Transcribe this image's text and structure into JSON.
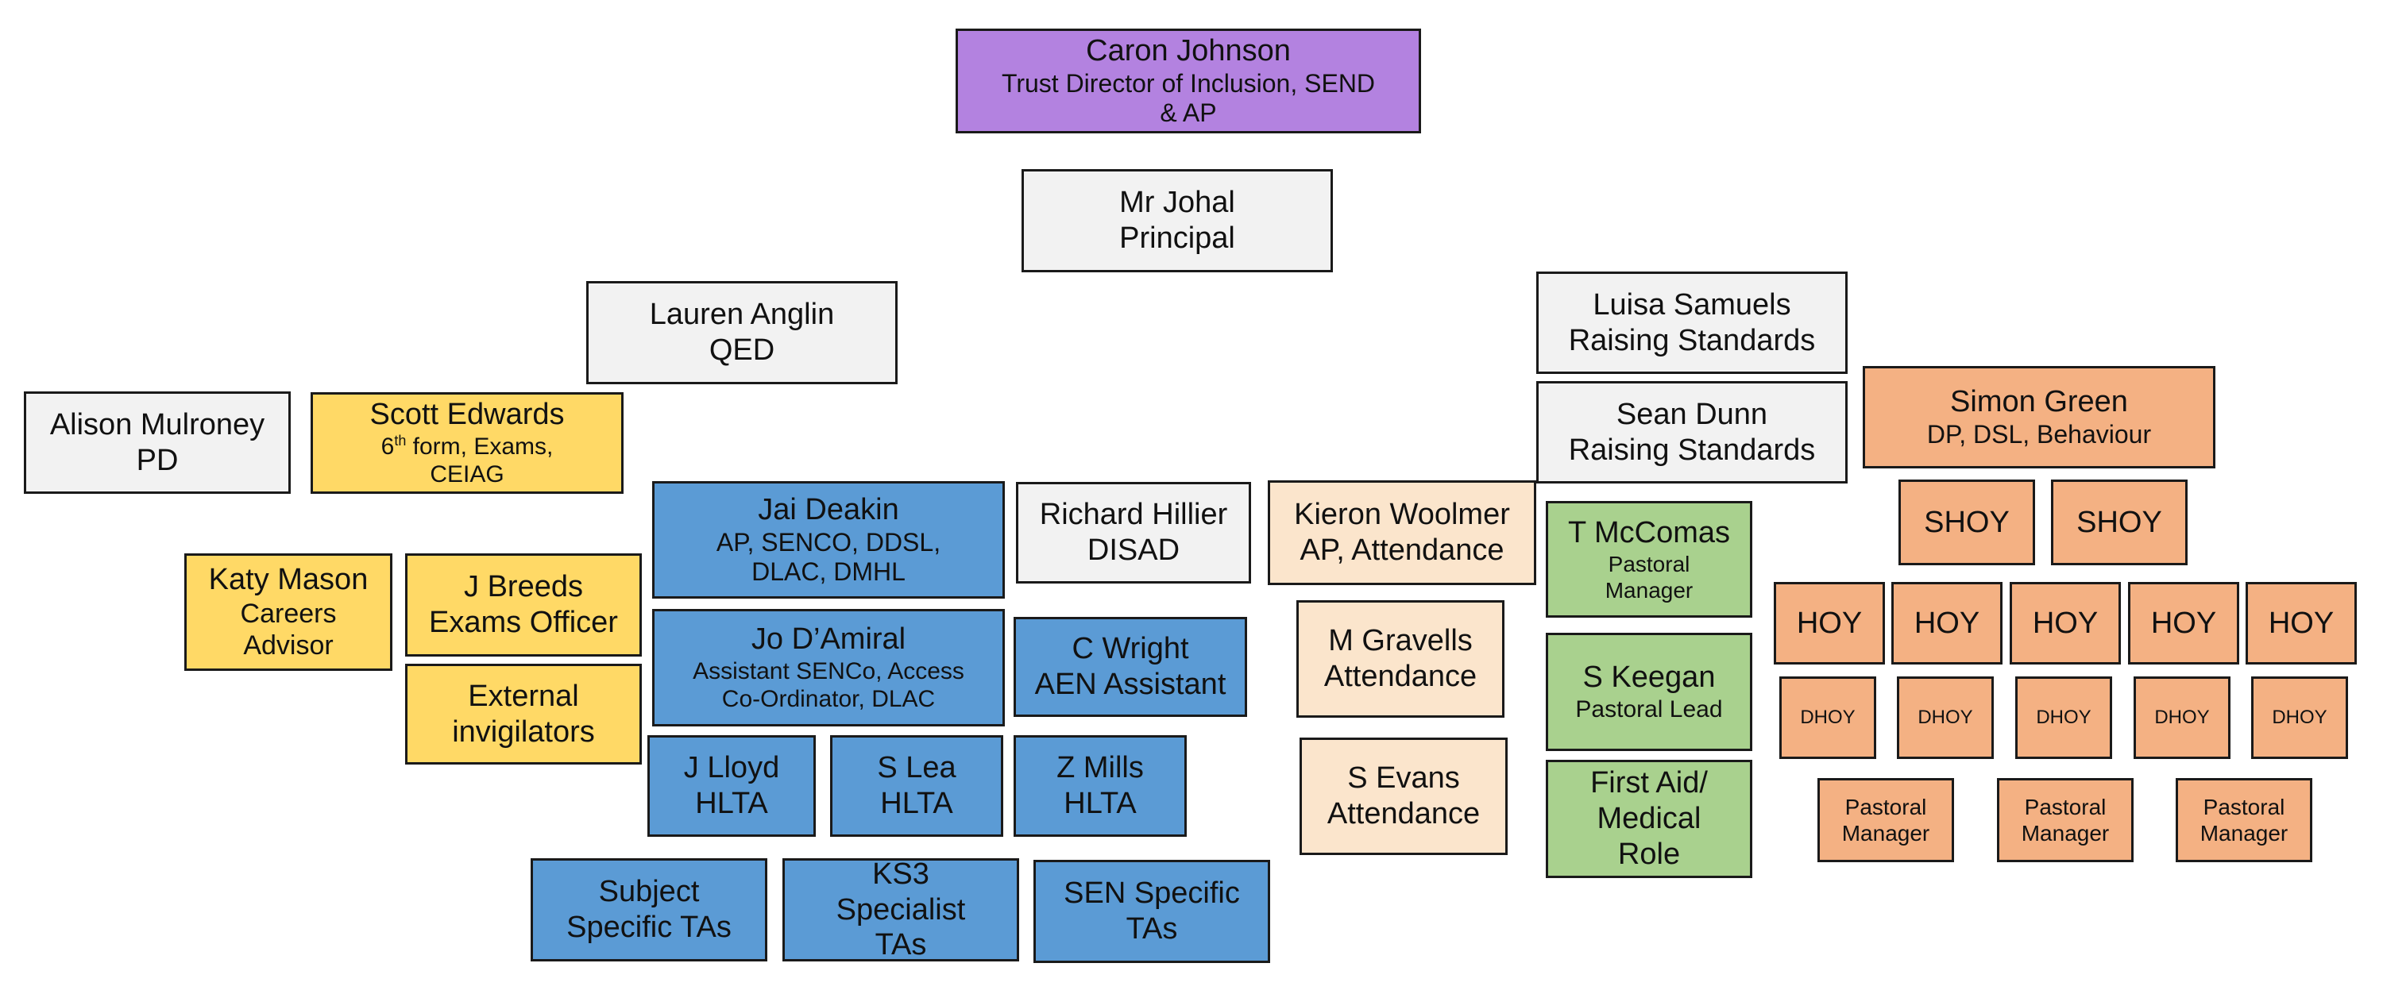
{
  "title": {
    "name": "Caron Johnson",
    "role_line1": "Trust Director of Inclusion, SEND",
    "role_line2": "& AP"
  },
  "principal": {
    "name": "Mr Johal",
    "role": "Principal"
  },
  "lauren": {
    "name": "Lauren Anglin",
    "role": "QED"
  },
  "alison": {
    "name": "Alison Mulroney",
    "role": "PD"
  },
  "scott": {
    "name": "Scott Edwards",
    "role_prefix": "6",
    "role_sup": "th",
    "role_rest": " form, Exams,",
    "role_line2": "CEIAG"
  },
  "katy": {
    "name": "Katy Mason",
    "role_line1": "Careers",
    "role_line2": "Advisor"
  },
  "jbreeds": {
    "name": "J Breeds",
    "role": "Exams Officer"
  },
  "external": {
    "line1": "External",
    "line2": "invigilators"
  },
  "jai": {
    "name": "Jai Deakin",
    "role_line1": "AP, SENCO, DDSL,",
    "role_line2": "DLAC, DMHL"
  },
  "jo": {
    "name": "Jo D’Amiral",
    "role_line1": "Assistant SENCo, Access",
    "role_line2": "Co-Ordinator, DLAC"
  },
  "richard": {
    "name": "Richard Hillier",
    "role": "DISAD"
  },
  "cwright": {
    "name": "C Wright",
    "role": "AEN Assistant"
  },
  "jlloyd": {
    "name": "J Lloyd",
    "role": "HLTA"
  },
  "slea": {
    "name": "S Lea",
    "role": "HLTA"
  },
  "zmills": {
    "name": "Z Mills",
    "role": "HLTA"
  },
  "subject_tas": {
    "line1": "Subject",
    "line2": "Specific TAs"
  },
  "ks3_tas": {
    "line1": "KS3",
    "line2": "Specialist",
    "line3": "TAs"
  },
  "sen_tas": {
    "line1": "SEN Specific",
    "line2": "TAs"
  },
  "kieron": {
    "name": "Kieron Woolmer",
    "role": "AP, Attendance"
  },
  "mgravells": {
    "name": "M Gravells",
    "role": "Attendance"
  },
  "sevans": {
    "name": "S Evans",
    "role": "Attendance"
  },
  "luisa": {
    "name": "Luisa Samuels",
    "role": "Raising Standards"
  },
  "sean": {
    "name": "Sean Dunn",
    "role": "Raising Standards"
  },
  "tmccomas": {
    "name": "T McComas",
    "role_line1": "Pastoral",
    "role_line2": "Manager"
  },
  "skeegan": {
    "name": "S Keegan",
    "role": "Pastoral Lead"
  },
  "firstaid": {
    "line1": "First Aid/",
    "line2": "Medical",
    "line3": "Role"
  },
  "simon": {
    "name": "Simon Green",
    "role": "DP, DSL, Behaviour"
  },
  "shoy": [
    "SHOY",
    "SHOY"
  ],
  "hoy": [
    "HOY",
    "HOY",
    "HOY",
    "HOY",
    "HOY"
  ],
  "dhoy": [
    "DHOY",
    "DHOY",
    "DHOY",
    "DHOY",
    "DHOY"
  ],
  "pastoral_managers": [
    {
      "line1": "Pastoral",
      "line2": "Manager"
    },
    {
      "line1": "Pastoral",
      "line2": "Manager"
    },
    {
      "line1": "Pastoral",
      "line2": "Manager"
    }
  ],
  "colors": {
    "purple": "#b382e0",
    "grey": "#f2f2f2",
    "yellow": "#ffd966",
    "blue": "#5b9bd5",
    "peach": "#fbe5cc",
    "green": "#a9d18e",
    "orange": "#f4b183"
  }
}
